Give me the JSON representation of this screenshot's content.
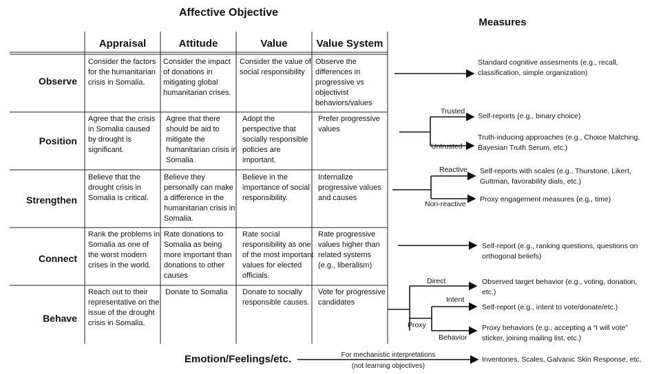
{
  "title": "Affective Objective",
  "measures_title": "Measures",
  "columns": [
    "Appraisal",
    "Attitude",
    "Value",
    "Value System"
  ],
  "rows": [
    {
      "label": "Observe",
      "cells": [
        "Consider the factors for the humanitarian crisis in Somalia.",
        "Consider the impact of donations in mitigating global humanitarian crises.",
        "Consider the value of social responsibility",
        "Observe the differences in progressive vs objectivist behaviors/values"
      ]
    },
    {
      "label": "Position",
      "cells": [
        "Agree that the crisis in Somalia caused by drought is significant.",
        "Agree that there should be aid to mitigate the humanitarian crisis in Somalia",
        "Adopt the perspective that socially responsible policies are important.",
        "Prefer progressive values"
      ]
    },
    {
      "label": "Strengthen",
      "cells": [
        "Believe that the drought crisis in Somalia is critical.",
        "Believe they personally can make a difference in the humanitarian crisis in Somalia.",
        "Believe in the importance of social responsibility.",
        "Internalize progressive values and causes"
      ]
    },
    {
      "label": "Connect",
      "cells": [
        "Rank the problems in Somalia as one of the worst modern crises in the world.",
        "Rate donations to Somalia as being more important than donations to other causes",
        "Rate social responsibility as one of the most important values for elected officials.",
        "Rate progressive values higher than related systems (e.g., liberalism)"
      ]
    },
    {
      "label": "Behave",
      "cells": [
        "Reach out to their representative on the issue of the drought crisis in Somalia.",
        "Donate to Somalia",
        "Donate to socially responsible causes.",
        "Vote for progressive candidates"
      ]
    }
  ],
  "measures": {
    "observe": "Standard cognitive assesments (e.g., recall, classification, simple organization)",
    "position_trusted_label": "Trusted",
    "position_trusted": "Self-reports (e.g., binary choice)",
    "position_untrusted_label": "Untrusted",
    "position_untrusted": "Truth-inducing approaches (e.g., Choice Matching, Bayesian Truth Serum, etc.)",
    "strengthen_reactive_label": "Reactive",
    "strengthen_reactive": "Self-reports with scales (e.g., Thurstone, Likert, Guttman, favorability dials, etc.)",
    "strengthen_nonreactive_label": "Non-reactive",
    "strengthen_nonreactive": "Proxy engagement measures (e.g., time)",
    "connect": "Self-report (e.g., ranking questions, questions on orthogonal beliefs)",
    "behave_direct_label": "Direct",
    "behave_direct": "Observed target behavior (e.g., voting, donation, etc.)",
    "behave_intent_label": "Intent",
    "behave_intent": "Self-report (e.g., intent to vote/donate/etc.)",
    "behave_proxy_label": "Proxy",
    "behave_behavior_label": "Behavior",
    "behave_behavior": "Proxy behaviors (e.g., accepting a “I will vote” sticker, joining mailing list, etc.)"
  },
  "footer": {
    "label": "Emotion/Feelings/etc.",
    "note_line1": "For mechanistic interpretations",
    "note_line2": "(not learning objectives)",
    "measure": "Inventories, Scales, Galvanic Skin Response, etc."
  }
}
